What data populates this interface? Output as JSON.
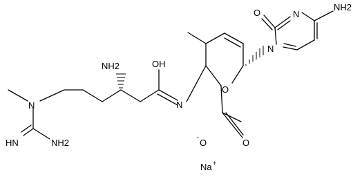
{
  "molecule": {
    "atoms": {
      "amino_top_right": "NH2",
      "oxo": "O",
      "n_ring_upper": "N",
      "n1": "N",
      "amino_chain": "NH2",
      "hydroxy": "OH",
      "n_amide": "N",
      "o_ring": "O",
      "n_methyl": "N",
      "imino": "HN",
      "amino_guanidine": "NH2",
      "carboxylate_o_minus": "O",
      "carboxylate_minus": "-",
      "carboxylate_o": "O",
      "counterion": "Na",
      "counterion_charge": "+"
    }
  }
}
